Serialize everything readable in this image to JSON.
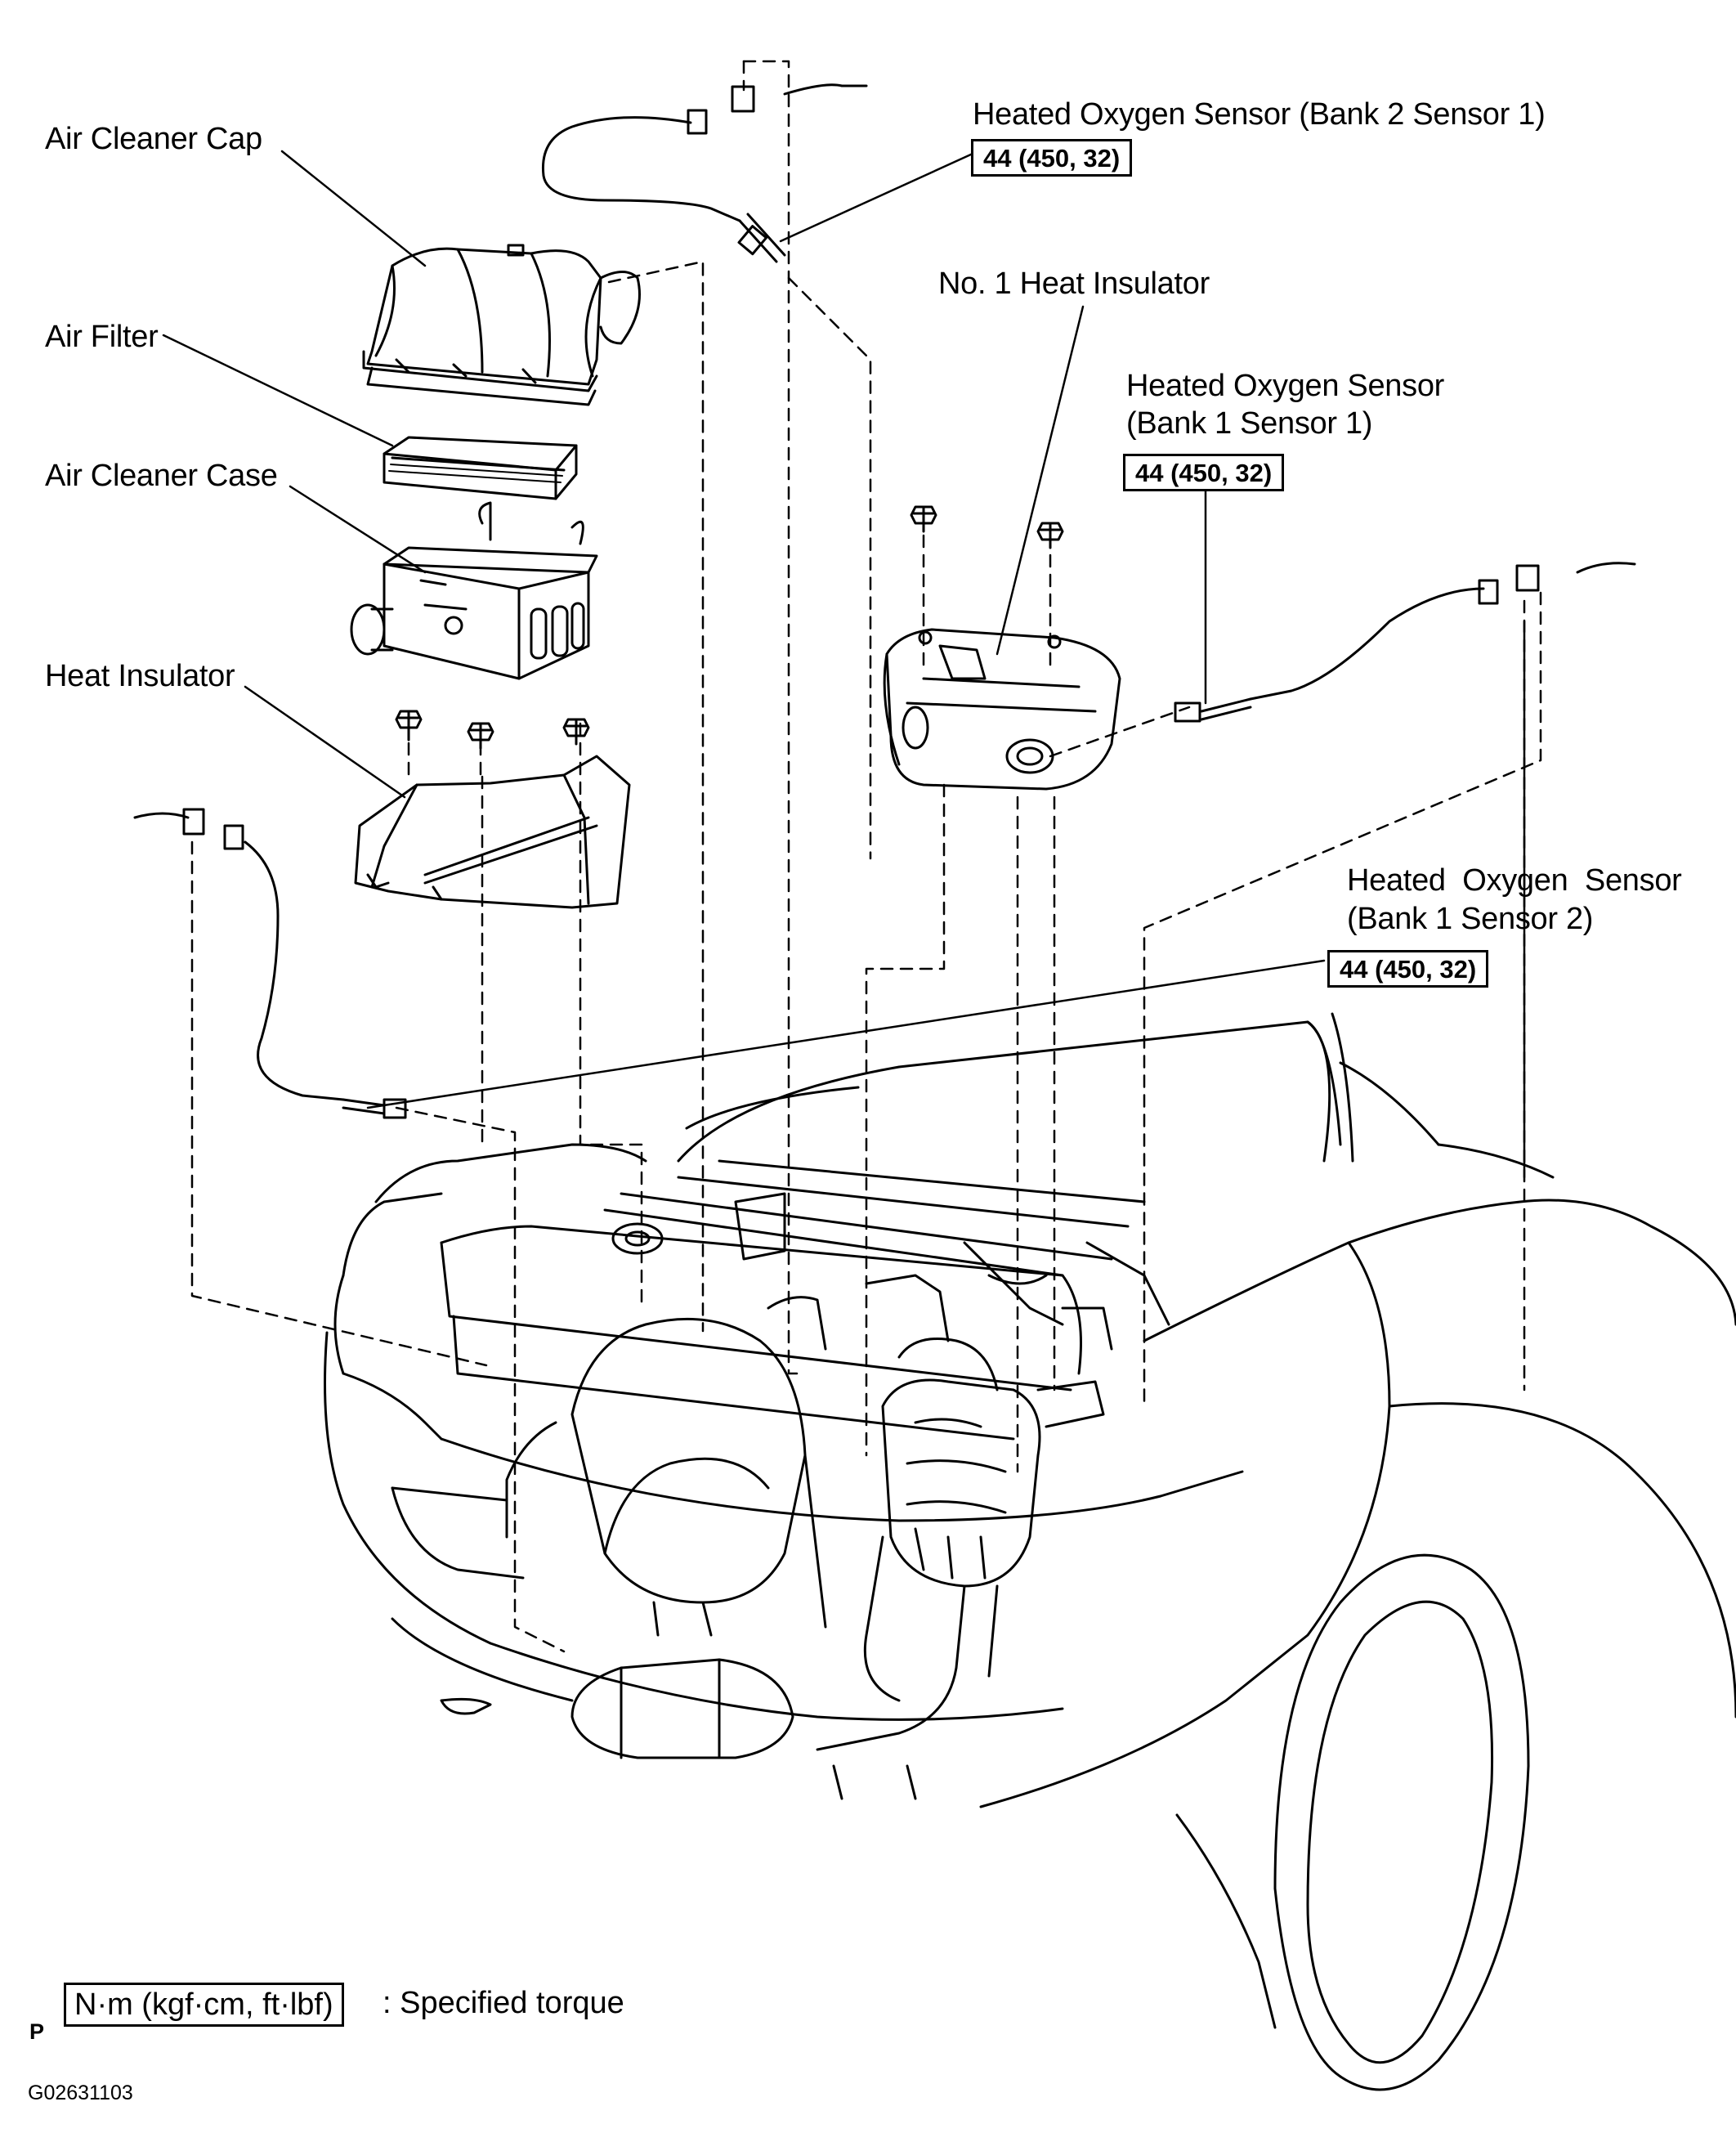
{
  "labels": {
    "air_cleaner_cap": "Air Cleaner Cap",
    "air_filter": "Air Filter",
    "air_cleaner_case": "Air Cleaner Case",
    "heat_insulator": "Heat Insulator",
    "no1_heat_insulator": "No. 1 Heat Insulator",
    "sensor_b2s1": "Heated Oxygen Sensor (Bank 2 Sensor 1)",
    "sensor_b1s1_line1": "Heated Oxygen Sensor",
    "sensor_b1s1_line2": "(Bank 1 Sensor 1)",
    "sensor_b1s2_line1": "Heated  Oxygen  Sensor",
    "sensor_b1s2_line2": "(Bank 1 Sensor 2)"
  },
  "torque": {
    "b2s1": "44 (450, 32)",
    "b1s1": "44 (450, 32)",
    "b1s2": "44 (450, 32)"
  },
  "legend": {
    "unit_box": "N·m (kgf·cm, ft·lbf)",
    "unit_text": ": Specified torque"
  },
  "footer": {
    "letter": "P",
    "code": "G02631103"
  },
  "colors": {
    "ink": "#000000",
    "paper": "#ffffff"
  }
}
